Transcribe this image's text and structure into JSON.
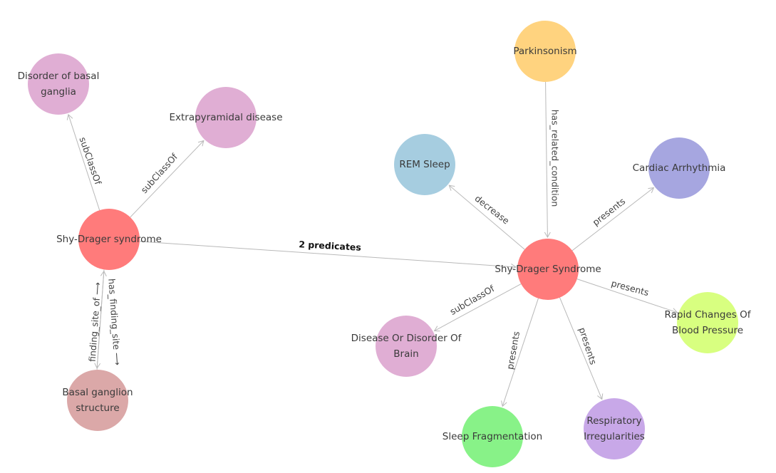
{
  "graph": {
    "nodes": [
      {
        "id": "shy-drager-syndrome-left",
        "label": [
          "Shy-Drager syndrome"
        ],
        "color": "#ff7b7b"
      },
      {
        "id": "disorder-of-basal-ganglia",
        "label": [
          "Disorder of basal",
          "ganglia"
        ],
        "color": "#e0aed4"
      },
      {
        "id": "extrapyramidal-disease",
        "label": [
          "Extrapyramidal disease"
        ],
        "color": "#e0aed4"
      },
      {
        "id": "basal-ganglion-structure",
        "label": [
          "Basal ganglion",
          "structure"
        ],
        "color": "#dba8a8"
      },
      {
        "id": "shy-drager-syndrome-right",
        "label": [
          "Shy-Drager Syndrome"
        ],
        "color": "#ff7b7b"
      },
      {
        "id": "parkinsonism",
        "label": [
          "Parkinsonism"
        ],
        "color": "#ffd37f"
      },
      {
        "id": "rem-sleep",
        "label": [
          "REM Sleep"
        ],
        "color": "#a6cde0"
      },
      {
        "id": "cardiac-arrhythmia",
        "label": [
          "Cardiac Arrhythmia"
        ],
        "color": "#a6a6e0"
      },
      {
        "id": "rapid-changes-of-blood-pressure",
        "label": [
          "Rapid Changes Of",
          "Blood Pressure"
        ],
        "color": "#d8ff80"
      },
      {
        "id": "disease-or-disorder-of-brain",
        "label": [
          "Disease Or Disorder Of",
          "Brain"
        ],
        "color": "#e0aed4"
      },
      {
        "id": "sleep-fragmentation",
        "label": [
          "Sleep Fragmentation"
        ],
        "color": "#88f288"
      },
      {
        "id": "respiratory-irregularities",
        "label": [
          "Respiratory",
          "Irregularities"
        ],
        "color": "#c8a8e8"
      }
    ],
    "edges": [
      {
        "id": "e1",
        "label": "subClassOf",
        "bold": false
      },
      {
        "id": "e2",
        "label": "subClassOf",
        "bold": false
      },
      {
        "id": "e3",
        "label": "finding_site_of ⟶",
        "bold": false
      },
      {
        "id": "e4",
        "label": "has_finding_site ⟶",
        "bold": false
      },
      {
        "id": "e5",
        "label": "2 predicates",
        "bold": true
      },
      {
        "id": "e6",
        "label": "has_related_condition",
        "bold": false
      },
      {
        "id": "e7",
        "label": "decrease",
        "bold": false
      },
      {
        "id": "e8",
        "label": "presents",
        "bold": false
      },
      {
        "id": "e9",
        "label": "presents",
        "bold": false
      },
      {
        "id": "e10",
        "label": "subClassOf",
        "bold": false
      },
      {
        "id": "e11",
        "label": "presents",
        "bold": false
      },
      {
        "id": "e12",
        "label": "presents",
        "bold": false
      }
    ]
  }
}
